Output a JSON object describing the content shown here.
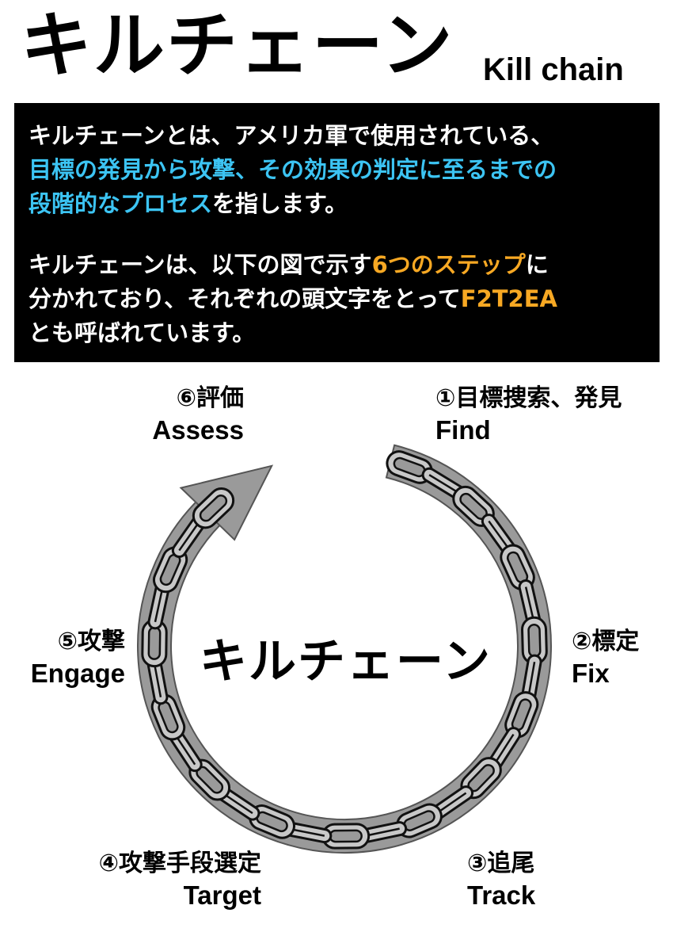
{
  "title": "キルチェーン",
  "subtitle": "Kill chain",
  "description": {
    "p1_line1": "キルチェーンとは、アメリカ軍で使用されている、",
    "p1_line2_highlight": "目標の発見から攻撃、その効果の判定に至るまでの",
    "p1_line3_highlight": "段階的なプロセス",
    "p1_line3_rest": "を指します。",
    "p2_line1_pre": "キルチェーンは、以下の図で示す",
    "p2_line1_highlight": "6つのステップ",
    "p2_line1_post": "に",
    "p2_line2_pre": "分かれており、それぞれの頭文字をとって",
    "p2_line2_highlight": "F2T2EA",
    "p2_line3": "とも呼ばれています。"
  },
  "diagram": {
    "center_label": "キルチェーン",
    "steps": [
      {
        "jp": "①目標捜索、発見",
        "en": "Find"
      },
      {
        "jp": "②標定",
        "en": "Fix"
      },
      {
        "jp": "③追尾",
        "en": "Track"
      },
      {
        "jp": "④攻撃手段選定",
        "en": "Target"
      },
      {
        "jp": "⑤攻撃",
        "en": "Engage"
      },
      {
        "jp": "⑥評価",
        "en": "Assess"
      }
    ]
  },
  "colors": {
    "highlight_blue": "#3cc4f3",
    "highlight_orange": "#f7a823",
    "ring_gray": "#9a9a9a",
    "link_fill": "#c8c8c8"
  }
}
